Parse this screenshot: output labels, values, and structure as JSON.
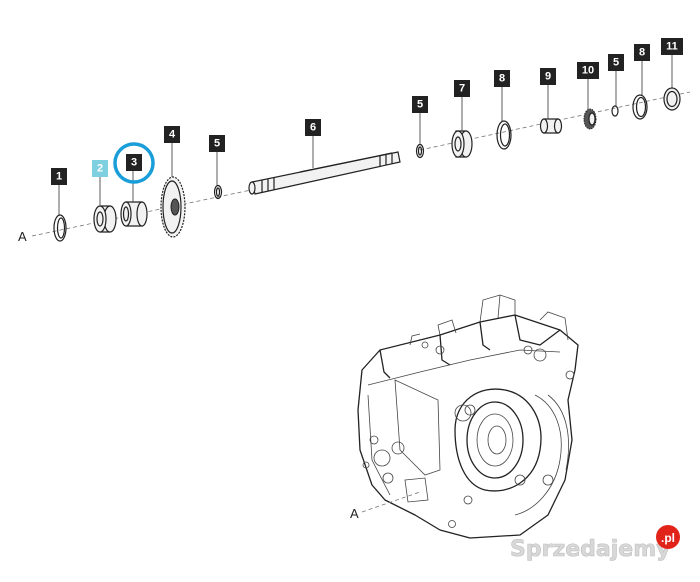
{
  "diagram": {
    "callouts": [
      {
        "label": "1"
      },
      {
        "label": "2"
      },
      {
        "label": "3"
      },
      {
        "label": "4"
      },
      {
        "label": "5"
      },
      {
        "label": "6"
      },
      {
        "label": "5"
      },
      {
        "label": "7"
      },
      {
        "label": "8"
      },
      {
        "label": "9"
      },
      {
        "label": "10"
      },
      {
        "label": "5"
      },
      {
        "label": "8"
      },
      {
        "label": "11"
      }
    ],
    "axis_ref_top": "A",
    "axis_ref_bottom": "A",
    "selected_part": "3",
    "highlight_color": "#7ecfe0",
    "selection_ring_color": "#1a9ed9"
  },
  "watermark": {
    "text": "Sprzedajemy",
    "suffix": ".pl",
    "suffix_color": "#e2231a"
  }
}
